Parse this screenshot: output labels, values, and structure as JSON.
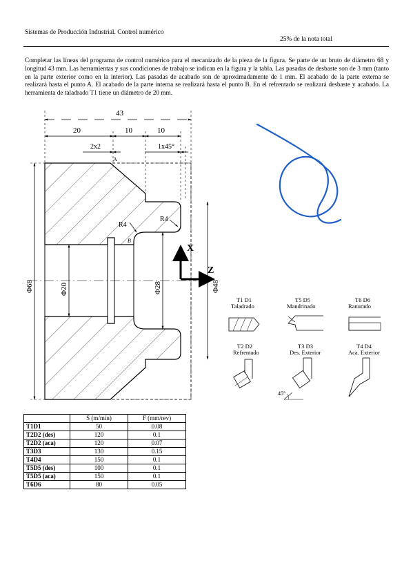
{
  "header": {
    "course": "Sistemas de Producción Industrial. Control numérico",
    "weight": "25% de la nota total"
  },
  "statement": "Completar las líneas del programa de control numérico para el mecanizado de la pieza de la figura. Se parte de un bruto de diámetro 68 y longitud 43 mm. Las herramientas y sus condiciones de trabajo se indican en la figura y la tabla. Las pasadas de desbaste son de 3 mm (tanto en la parte exterior como en la interior). Las pasadas de acabado son de aproximadamente de 1 mm. El acabado de la parte externa se realizará hasta el punto A. El acabado de la parte interna se realizará hasta el punto B. En el refrentado se realizará desbaste y acabado. La herramienta de taladrado T1 tiene un diámetro de 20 mm.",
  "drawing": {
    "dim_total": "43",
    "dim_20": "20",
    "dim_10a": "10",
    "dim_10b": "10",
    "chamfer_2x2": "2x2",
    "chamfer_1x45": "1x45°",
    "point_a": "A",
    "point_b": "B",
    "radius_left": "R4",
    "radius_right": "R4",
    "dia_68": "Φ68",
    "dia_20": "Φ20",
    "dia_28": "Φ28",
    "dia_48": "Φ48",
    "axis_x": "X",
    "axis_z": "Z",
    "angle_45": "45°"
  },
  "tools": [
    {
      "code": "T1 D1",
      "name": "Taladrado"
    },
    {
      "code": "T5 D5",
      "name": "Mandrinado"
    },
    {
      "code": "T6 D6",
      "name": "Ranurado"
    },
    {
      "code": "T2 D2",
      "name": "Refrentado"
    },
    {
      "code": "T3 D3",
      "name": "Des. Exterior"
    },
    {
      "code": "T4 D4",
      "name": "Aca. Exterior"
    }
  ],
  "table": {
    "headers": [
      "",
      "S (m/min)",
      "F (mm/rev)"
    ],
    "rows": [
      [
        "T1D1",
        "50",
        "0.08"
      ],
      [
        "T2D2 (des)",
        "120",
        "0.1"
      ],
      [
        "T2D2 (aca)",
        "120",
        "0.07"
      ],
      [
        "T3D3",
        "130",
        "0.15"
      ],
      [
        "T4D4",
        "150",
        "0.1"
      ],
      [
        "T5D5 (des)",
        "100",
        "0.1"
      ],
      [
        "T5D5 (aca)",
        "150",
        "0.1"
      ],
      [
        "T6D6",
        "80",
        "0.05"
      ]
    ]
  },
  "colors": {
    "ink": "#000000",
    "annotation_scribble": "#1f5fc8"
  }
}
